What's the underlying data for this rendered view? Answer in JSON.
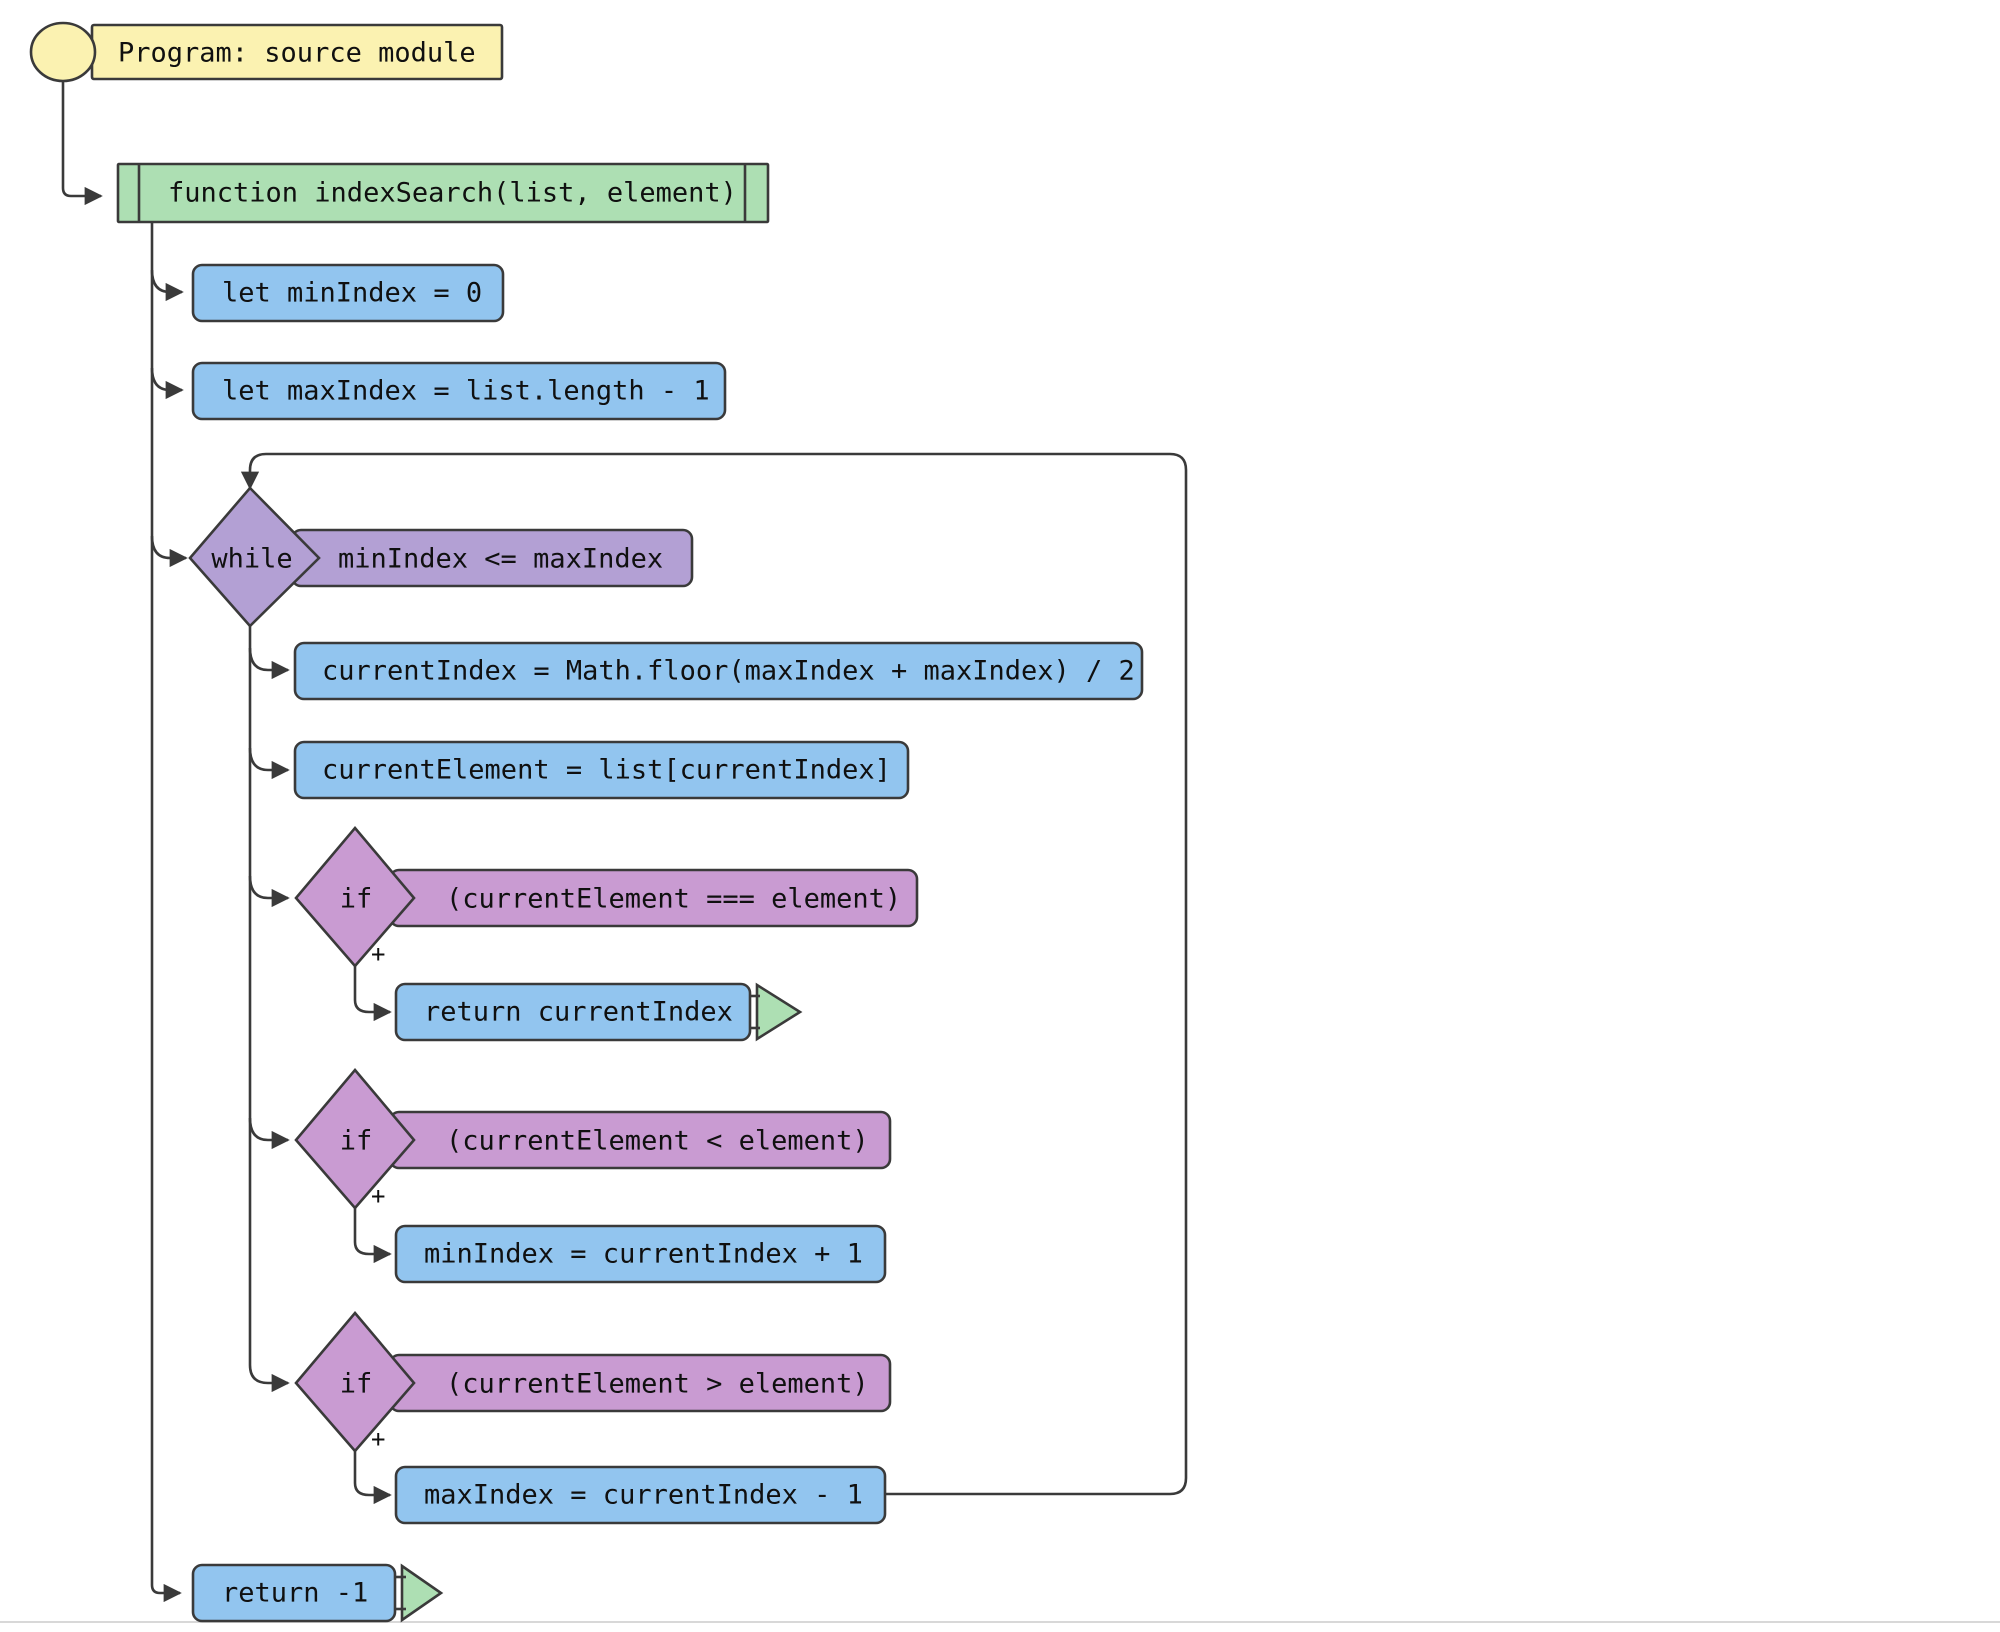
{
  "diagram": {
    "title": "Program: source module",
    "type": "code-flowchart",
    "colors": {
      "start_fill": "#fbf2b1",
      "function_fill": "#addfb3",
      "statement_fill": "#92c5ef",
      "loop_fill": "#b3a0d4",
      "branch_fill": "#c99bd2",
      "exit_fill": "#addfb3",
      "stroke": "#3a3a3a",
      "text": "#101010"
    },
    "nodes": {
      "start": {
        "label": "Program: source module",
        "shape": "start-ellipse-with-label"
      },
      "function": {
        "label": "function indexSearch(list, element)",
        "shape": "function-band"
      },
      "stmt_min_index": {
        "label": "let minIndex = 0",
        "shape": "statement"
      },
      "stmt_max_index": {
        "label": "let maxIndex = list.length - 1",
        "shape": "statement"
      },
      "while_loop": {
        "keyword": "while",
        "condition": "minIndex <= maxIndex",
        "shape": "loop-diamond"
      },
      "stmt_current_index": {
        "label": "currentIndex = Math.floor(maxIndex + maxIndex) / 2",
        "shape": "statement"
      },
      "stmt_current_element": {
        "label": "currentElement = list[currentIndex]",
        "shape": "statement"
      },
      "if_equal": {
        "keyword": "if",
        "condition": "(currentElement === element)",
        "shape": "branch-diamond"
      },
      "stmt_return_current_index": {
        "label": "return currentIndex",
        "shape": "return-statement"
      },
      "if_less": {
        "keyword": "if",
        "condition": "(currentElement < element)",
        "shape": "branch-diamond"
      },
      "stmt_min_assign": {
        "label": "minIndex = currentIndex + 1",
        "shape": "statement"
      },
      "if_greater": {
        "keyword": "if",
        "condition": "(currentElement > element)",
        "shape": "branch-diamond"
      },
      "stmt_max_assign": {
        "label": "maxIndex = currentIndex - 1",
        "shape": "statement"
      },
      "stmt_return_minus_one": {
        "label": "return -1",
        "shape": "return-statement"
      }
    },
    "edge_labels": {
      "if_equal_true": "+",
      "if_less_true": "+",
      "if_greater_true": "+"
    }
  }
}
